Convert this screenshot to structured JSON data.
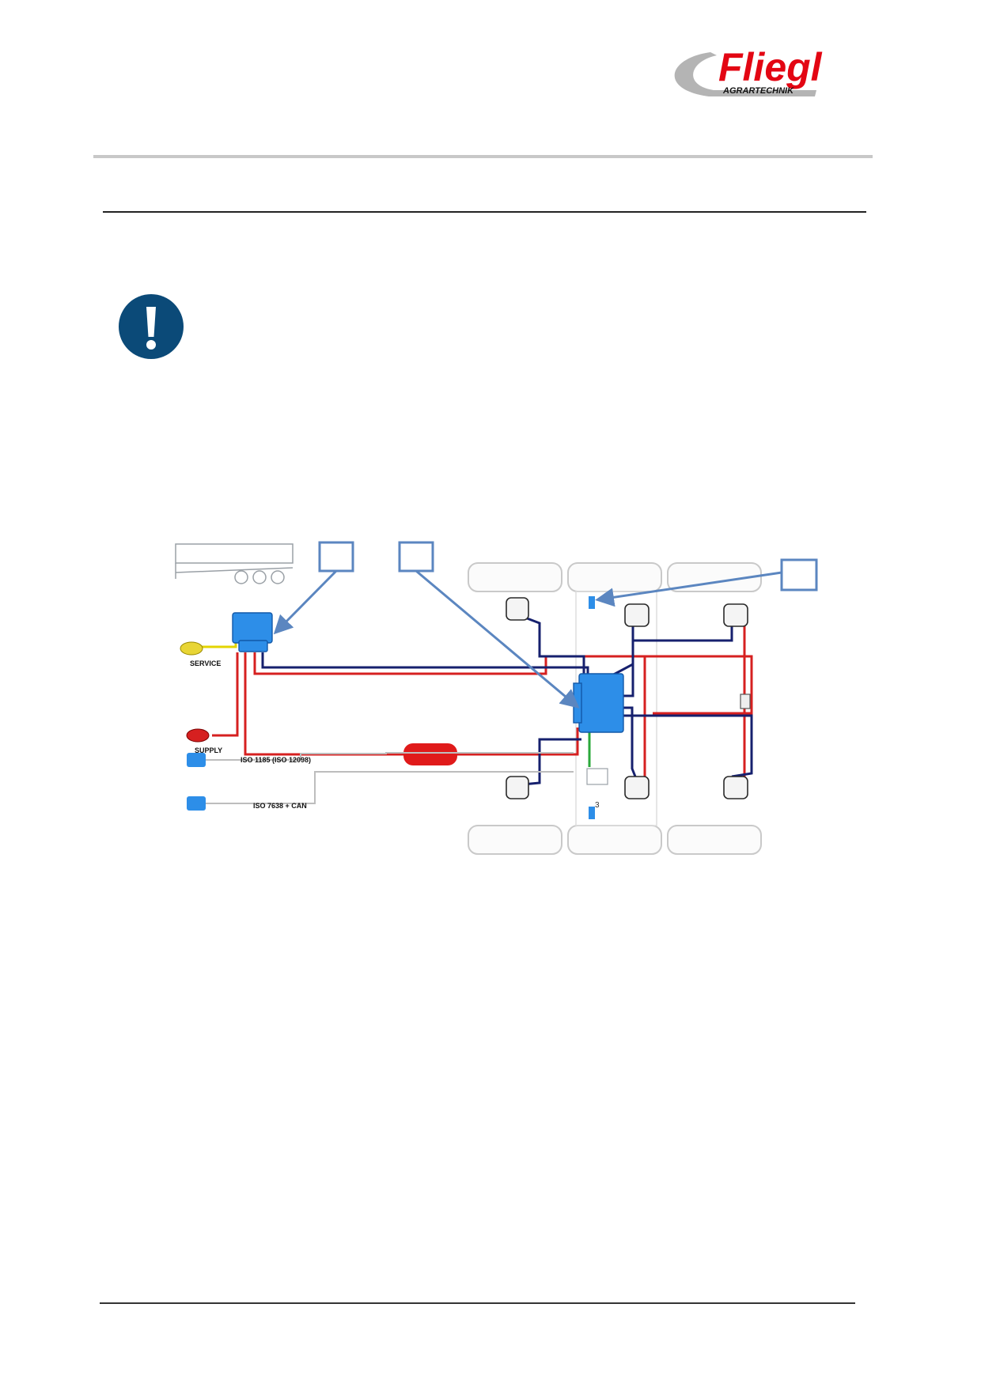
{
  "header": {
    "logo": {
      "brand": "Fliegl",
      "tagline": "AGRARTECHNIK",
      "colors": {
        "brand_red": "#e30613",
        "swoosh_gray": "#b4b4b4"
      }
    }
  },
  "notice": {
    "icon": "exclamation-circle-icon",
    "color": "#0b4a78"
  },
  "diagram": {
    "labels": {
      "service": "SERVICE",
      "supply": "SUPPLY",
      "iso_1185": "ISO 1185 (ISO 12098)",
      "iso_7638": "ISO 7638 + CAN",
      "component_3": "3"
    },
    "callout_boxes": [
      "",
      "",
      ""
    ],
    "colors": {
      "service_line": "#e3d400",
      "supply_line": "#d62020",
      "control_line": "#16206e",
      "valve_blue": "#2d8ee8",
      "callout_arrow": "#5b86c0",
      "sensor_line": "#2aa83a"
    }
  }
}
